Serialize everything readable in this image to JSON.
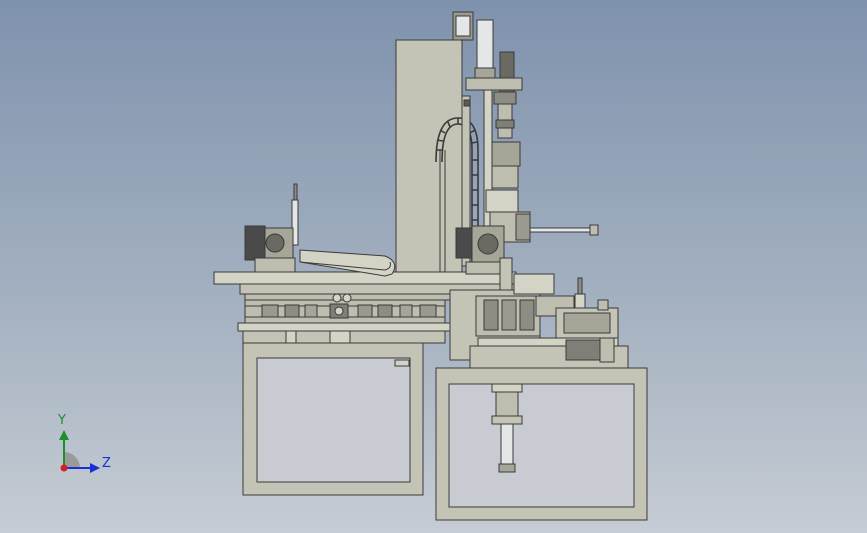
{
  "view": {
    "type": "cad-assembly-front-view",
    "colors": {
      "background_top": "#7f92ad",
      "background_bottom": "#c6ccd4",
      "part_fill": "#c4c4b6",
      "part_fill_light": "#d3d3c6",
      "part_stroke": "#3a3a3a",
      "dark_component": "#5a5a5a",
      "cylinder_fill": "#e4e6e8"
    }
  },
  "triad": {
    "y_label": "Y",
    "z_label": "Z",
    "y_color": "#1e8f2a",
    "z_color": "#1a2fd6",
    "origin_color": "#d42020"
  }
}
